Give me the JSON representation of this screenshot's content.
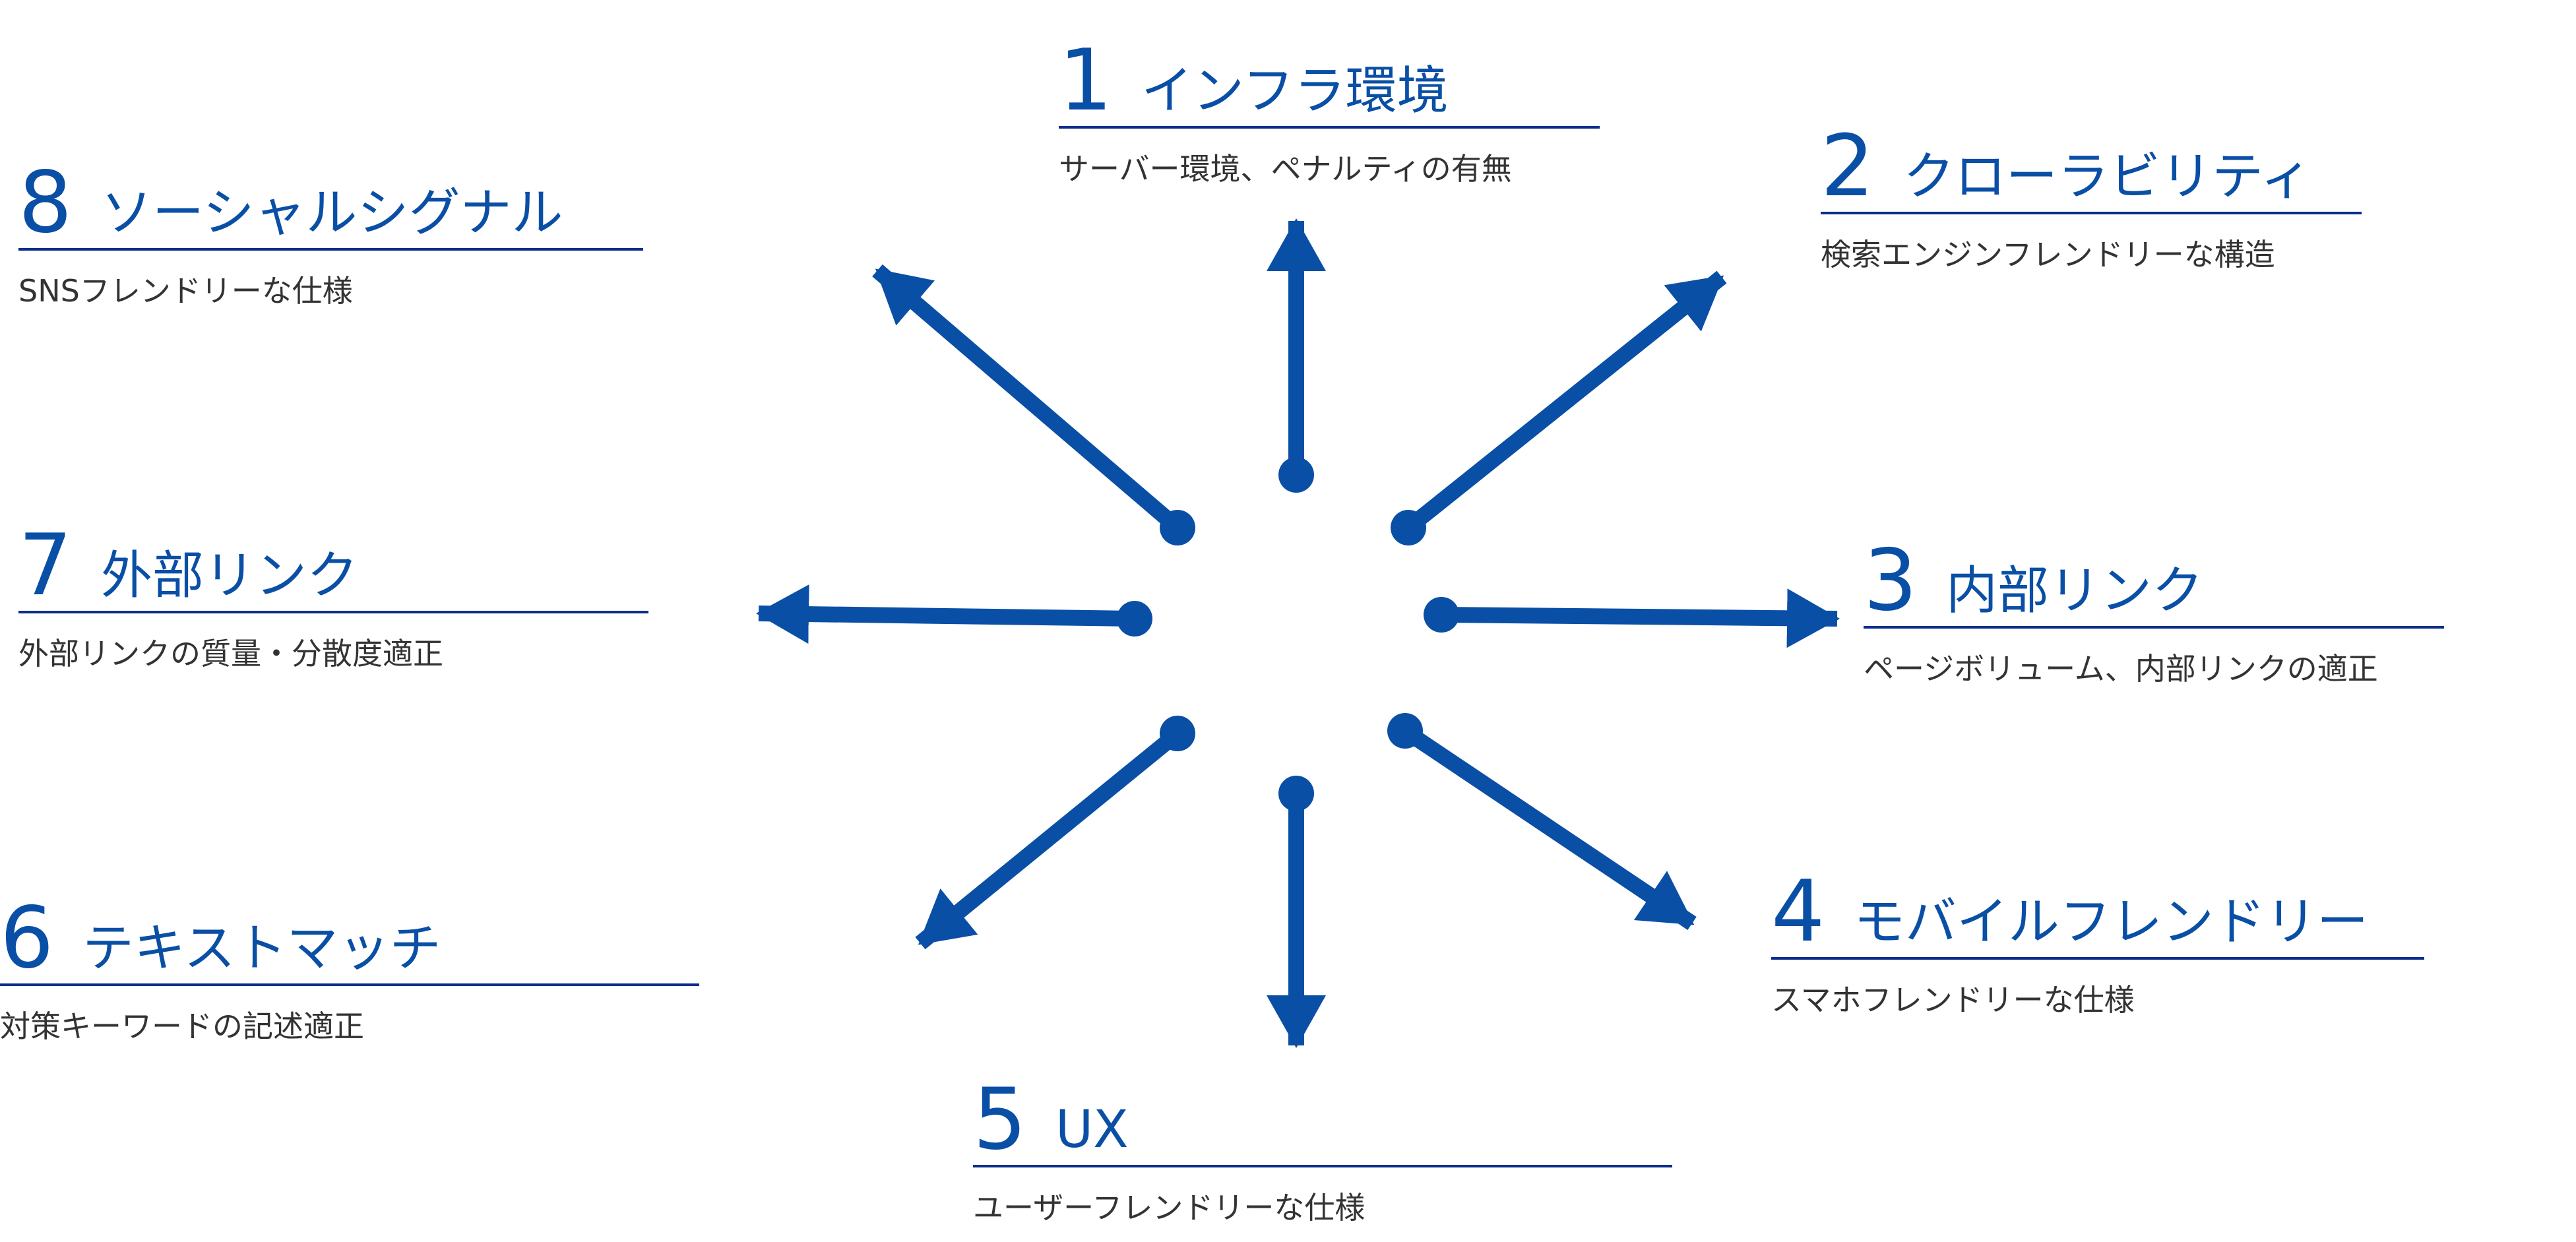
{
  "accent_color": "#0a4fa6",
  "rule_color": "#0b2d8c",
  "text_color": "#333333",
  "items": [
    {
      "number": "1",
      "title": "インフラ環境",
      "description": "サーバー環境、ペナルティの有無"
    },
    {
      "number": "2",
      "title": "クローラビリティ",
      "description": "検索エンジンフレンドリーな構造"
    },
    {
      "number": "3",
      "title": "内部リンク",
      "description": "ページボリューム、内部リンクの適正"
    },
    {
      "number": "4",
      "title": "モバイルフレンドリー",
      "description": "スマホフレンドリーな仕様"
    },
    {
      "number": "5",
      "title": "UX",
      "description": "ユーザーフレンドリーな仕様"
    },
    {
      "number": "6",
      "title": "テキストマッチ",
      "description": "対策キーワードの記述適正"
    },
    {
      "number": "7",
      "title": "外部リンク",
      "description": "外部リンクの質量・分散度適正"
    },
    {
      "number": "8",
      "title": "ソーシャルシグナル",
      "description": "SNSフレンドリーな仕様"
    }
  ]
}
